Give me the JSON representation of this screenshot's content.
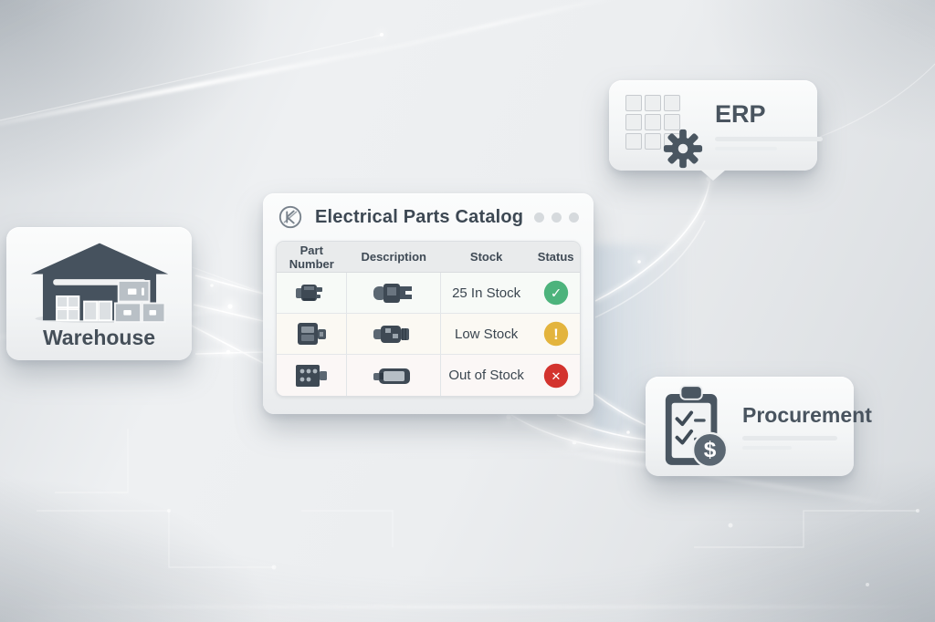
{
  "window": {
    "title": "Electrical Parts Catalog",
    "logo_icon": "circled-k-logo",
    "controls": "three-dots",
    "table": {
      "headers": [
        "Part Number",
        "Description",
        "Stock",
        "Status"
      ],
      "rows": [
        {
          "part_icon": "connector-plug-small",
          "description_icon": "connector-coupler",
          "stock": "25 In Stock",
          "status": "in-stock",
          "status_glyph": "✓",
          "status_color": "#4db37c"
        },
        {
          "part_icon": "connector-block",
          "description_icon": "connector-inline",
          "stock": "Low Stock",
          "status": "low-stock",
          "status_glyph": "!",
          "status_color": "#e3b43d"
        },
        {
          "part_icon": "terminal-block",
          "description_icon": "barrel-connector",
          "stock": "Out of Stock",
          "status": "out-of-stock",
          "status_glyph": "✕",
          "status_color": "#d3332e"
        }
      ]
    }
  },
  "nodes": {
    "warehouse": {
      "label": "Warehouse",
      "icon": "warehouse-building-icon"
    },
    "erp": {
      "label": "ERP",
      "icon": "grid-gear-icon"
    },
    "procurement": {
      "label": "Procurement",
      "icon": "clipboard-checklist-icon",
      "badge_glyph": "$"
    }
  },
  "colors": {
    "status_in_stock": "#4db37c",
    "status_low_stock": "#e3b43d",
    "status_out_of_stock": "#d3332e",
    "icon_slate": "#46525e",
    "card_background": "#f7f8f9",
    "canvas_background": "#e6e9ec",
    "connection_line": "#ffffff"
  }
}
